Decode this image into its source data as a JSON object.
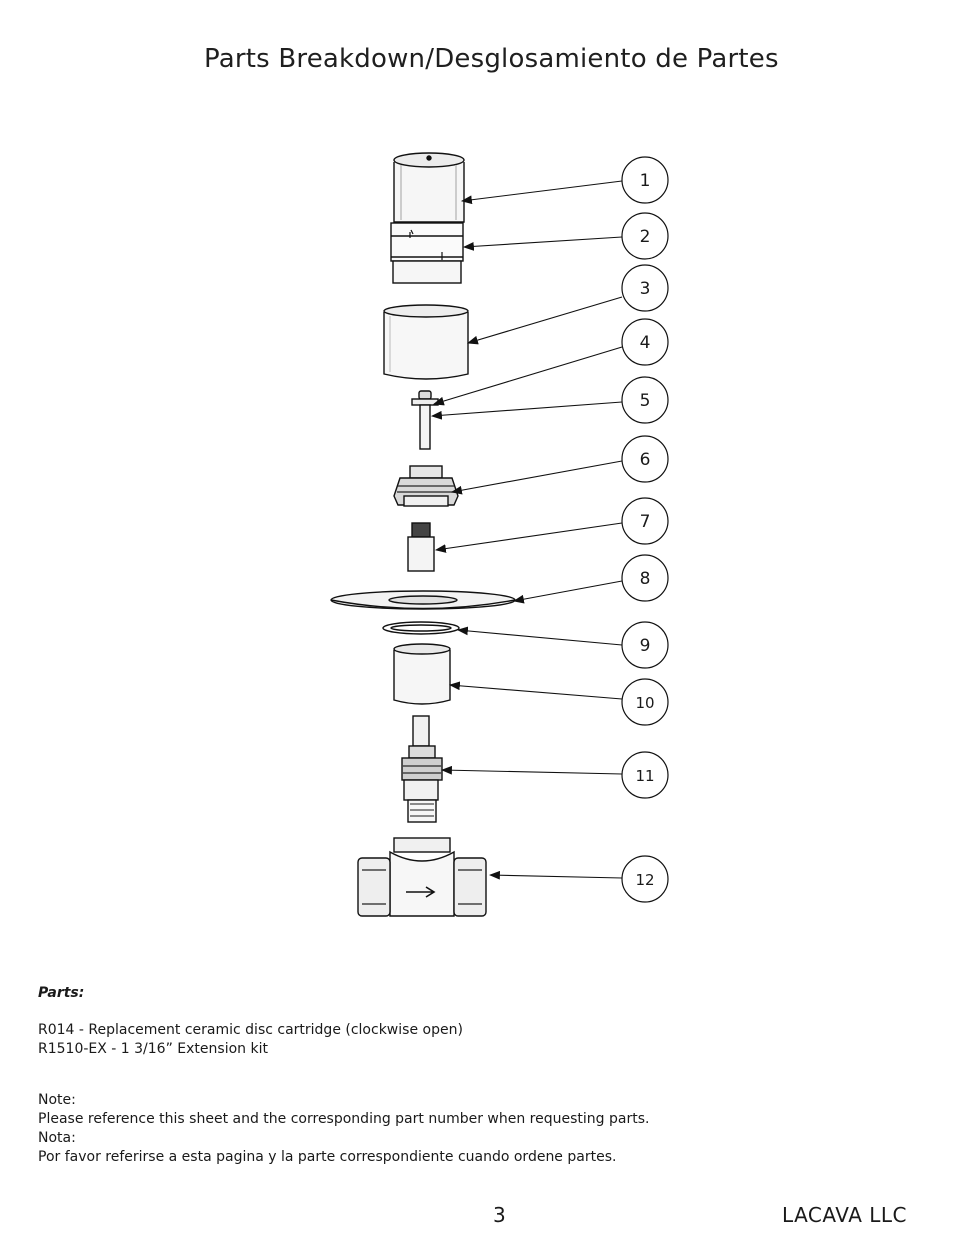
{
  "title": "Parts Breakdown/Desglosamiento de Partes",
  "callouts": [
    "1",
    "2",
    "3",
    "4",
    "5",
    "6",
    "7",
    "8",
    "9",
    "10",
    "11",
    "12"
  ],
  "parts": {
    "heading": "Parts:",
    "items": [
      "R014 - Replacement ceramic disc cartridge (clockwise open)",
      "R1510-EX - 1 3/16” Extension kit"
    ]
  },
  "notes": [
    "Note:",
    "Please reference this sheet and the corresponding part number when requesting parts.",
    "Nota:",
    "Por favor referirse a esta pagina y la parte correspondiente cuando ordene partes."
  ],
  "footer": {
    "page": "3",
    "company": "LACAVA LLC"
  }
}
